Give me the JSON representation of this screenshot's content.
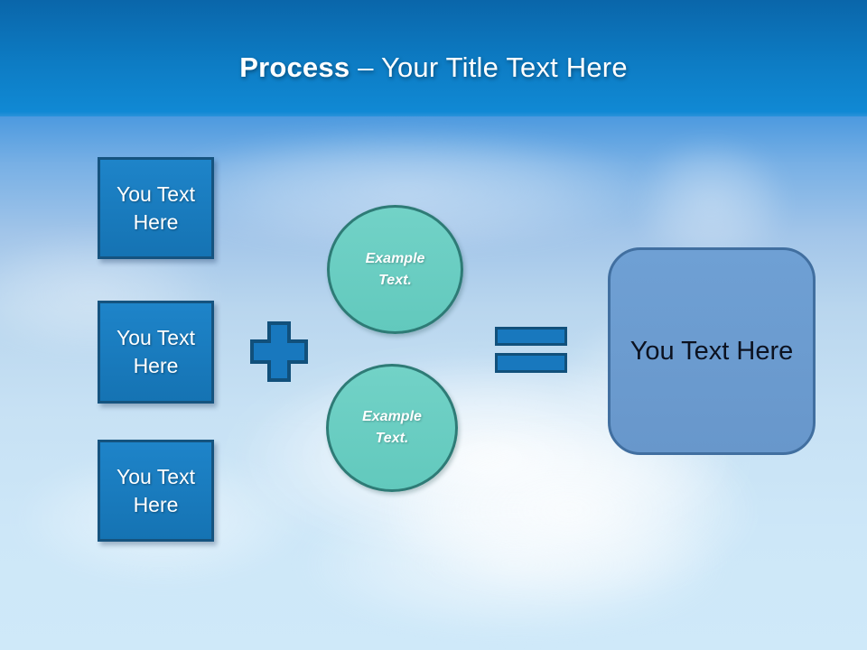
{
  "title": {
    "lead": "Process",
    "rest": "– Your Title Text Here"
  },
  "left_boxes": [
    {
      "label": "You Text Here"
    },
    {
      "label": "You Text Here"
    },
    {
      "label": "You Text Here"
    }
  ],
  "operators": {
    "plus_icon": "+",
    "equals_icon": "="
  },
  "circles": [
    {
      "label": "Example Text."
    },
    {
      "label": "Example Text."
    }
  ],
  "result_box": {
    "label": "You Text Here"
  },
  "colors": {
    "header_top": "#0a66aa",
    "header_bottom": "#1089d4",
    "sky_top": "#4d9adf",
    "sky_bottom": "#cfe9f9",
    "box_fill": "#1878be",
    "box_border": "#15537f",
    "circle_fill": "#69cec3",
    "circle_border": "#2e7b76",
    "result_fill": "#6b9bcf",
    "result_border": "#416fa0",
    "title_color": "#ffffff"
  }
}
